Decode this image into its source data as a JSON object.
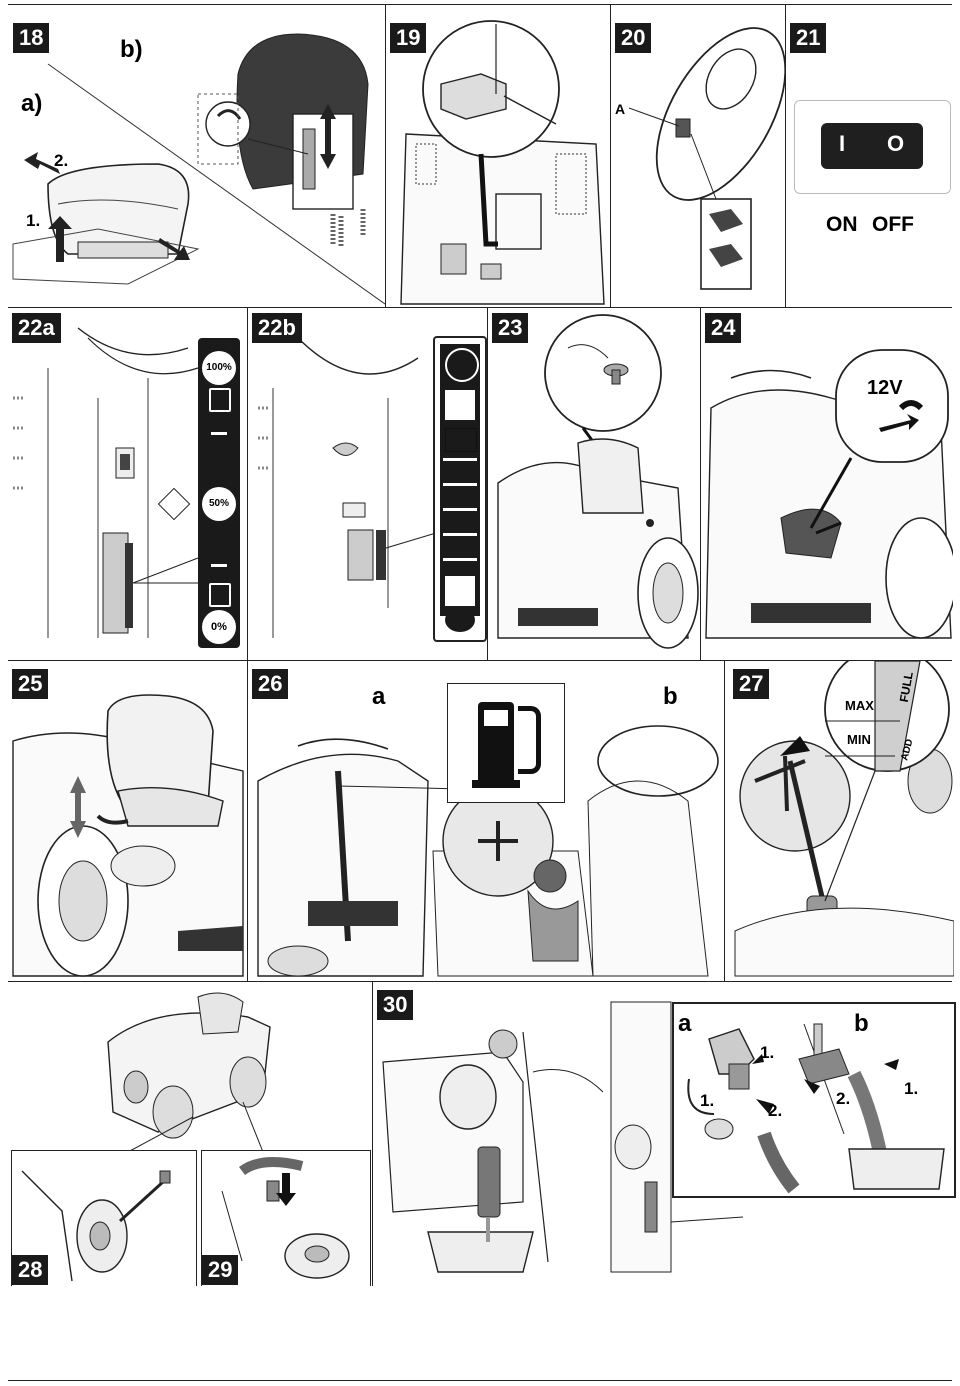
{
  "colors": {
    "ink": "#1a1a1a",
    "line": "#333333",
    "paper": "#ffffff",
    "shade": "#bdbdbd"
  },
  "figures": {
    "f18": {
      "number": "18",
      "label_a": "a)",
      "label_b": "b)",
      "step1": "1.",
      "step2": "2."
    },
    "f19": {
      "number": "19"
    },
    "f20": {
      "number": "20",
      "callout": "A"
    },
    "f21": {
      "number": "21",
      "on": "ON",
      "off": "OFF",
      "glyph_on": "I",
      "glyph_off": "O"
    },
    "f22a": {
      "number": "22a",
      "pct_full": "100%",
      "pct_half": "50%",
      "pct_empty": "0%"
    },
    "f22b": {
      "number": "22b"
    },
    "f23": {
      "number": "23"
    },
    "f24": {
      "number": "24",
      "voltage": "12V"
    },
    "f25": {
      "number": "25"
    },
    "f26": {
      "number": "26",
      "label_a": "a",
      "label_b": "b"
    },
    "f27": {
      "number": "27",
      "max": "MAX",
      "min": "MIN",
      "full": "FULL",
      "add": "ADD"
    },
    "f28": {
      "number": "28"
    },
    "f29": {
      "number": "29"
    },
    "f30": {
      "number": "30",
      "label_a": "a",
      "label_b": "b",
      "a_step1": "1.",
      "a_step1b": "1.",
      "a_step2": "2.",
      "b_step1": "1.",
      "b_step2": "2."
    }
  },
  "icons": [
    "fuel-pump-icon",
    "engine-oil-icon",
    "push-button-icon",
    "rocker-switch-icon"
  ]
}
